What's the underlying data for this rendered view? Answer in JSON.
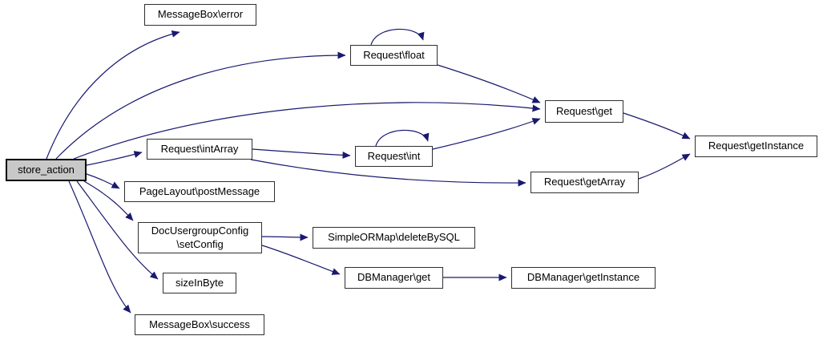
{
  "diagram": {
    "type": "call-graph",
    "colors": {
      "background": "#ffffff",
      "edge": "#191970",
      "node_fill": "#ffffff",
      "node_border": "#303030",
      "node_text": "#000000",
      "focus_fill": "#c8c8c8",
      "focus_border": "#000000"
    },
    "nodes": {
      "store_action": {
        "label": "store_action"
      },
      "messagebox_error": {
        "label": "MessageBox\\error"
      },
      "request_float": {
        "label": "Request\\float"
      },
      "request_get": {
        "label": "Request\\get"
      },
      "request_getinstance": {
        "label": "Request\\getInstance"
      },
      "request_int": {
        "label": "Request\\int"
      },
      "request_intarray": {
        "label": "Request\\intArray"
      },
      "request_getarray": {
        "label": "Request\\getArray"
      },
      "pagelayout_postmessage": {
        "label": "PageLayout\\postMessage"
      },
      "docusergroupconfig_setconfig": {
        "label": "DocUsergroupConfig\n\\setConfig"
      },
      "simpleormap_deletebysql": {
        "label": "SimpleORMap\\deleteBySQL"
      },
      "sizeinbyte": {
        "label": "sizeInByte"
      },
      "messagebox_success": {
        "label": "MessageBox\\success"
      },
      "dbmanager_get": {
        "label": "DBManager\\get"
      },
      "dbmanager_getinstance": {
        "label": "DBManager\\getInstance"
      }
    },
    "edges": [
      {
        "from": "store_action",
        "to": "messagebox_error"
      },
      {
        "from": "store_action",
        "to": "request_float"
      },
      {
        "from": "store_action",
        "to": "request_get"
      },
      {
        "from": "store_action",
        "to": "request_intarray"
      },
      {
        "from": "store_action",
        "to": "pagelayout_postmessage"
      },
      {
        "from": "store_action",
        "to": "docusergroupconfig_setconfig"
      },
      {
        "from": "store_action",
        "to": "sizeinbyte"
      },
      {
        "from": "store_action",
        "to": "messagebox_success"
      },
      {
        "from": "request_float",
        "to": "request_float"
      },
      {
        "from": "request_float",
        "to": "request_get"
      },
      {
        "from": "request_int",
        "to": "request_int"
      },
      {
        "from": "request_int",
        "to": "request_get"
      },
      {
        "from": "request_intarray",
        "to": "request_int"
      },
      {
        "from": "request_intarray",
        "to": "request_getarray"
      },
      {
        "from": "request_get",
        "to": "request_getinstance"
      },
      {
        "from": "request_getarray",
        "to": "request_getinstance"
      },
      {
        "from": "docusergroupconfig_setconfig",
        "to": "simpleormap_deletebysql"
      },
      {
        "from": "docusergroupconfig_setconfig",
        "to": "dbmanager_get"
      },
      {
        "from": "dbmanager_get",
        "to": "dbmanager_getinstance"
      }
    ]
  }
}
